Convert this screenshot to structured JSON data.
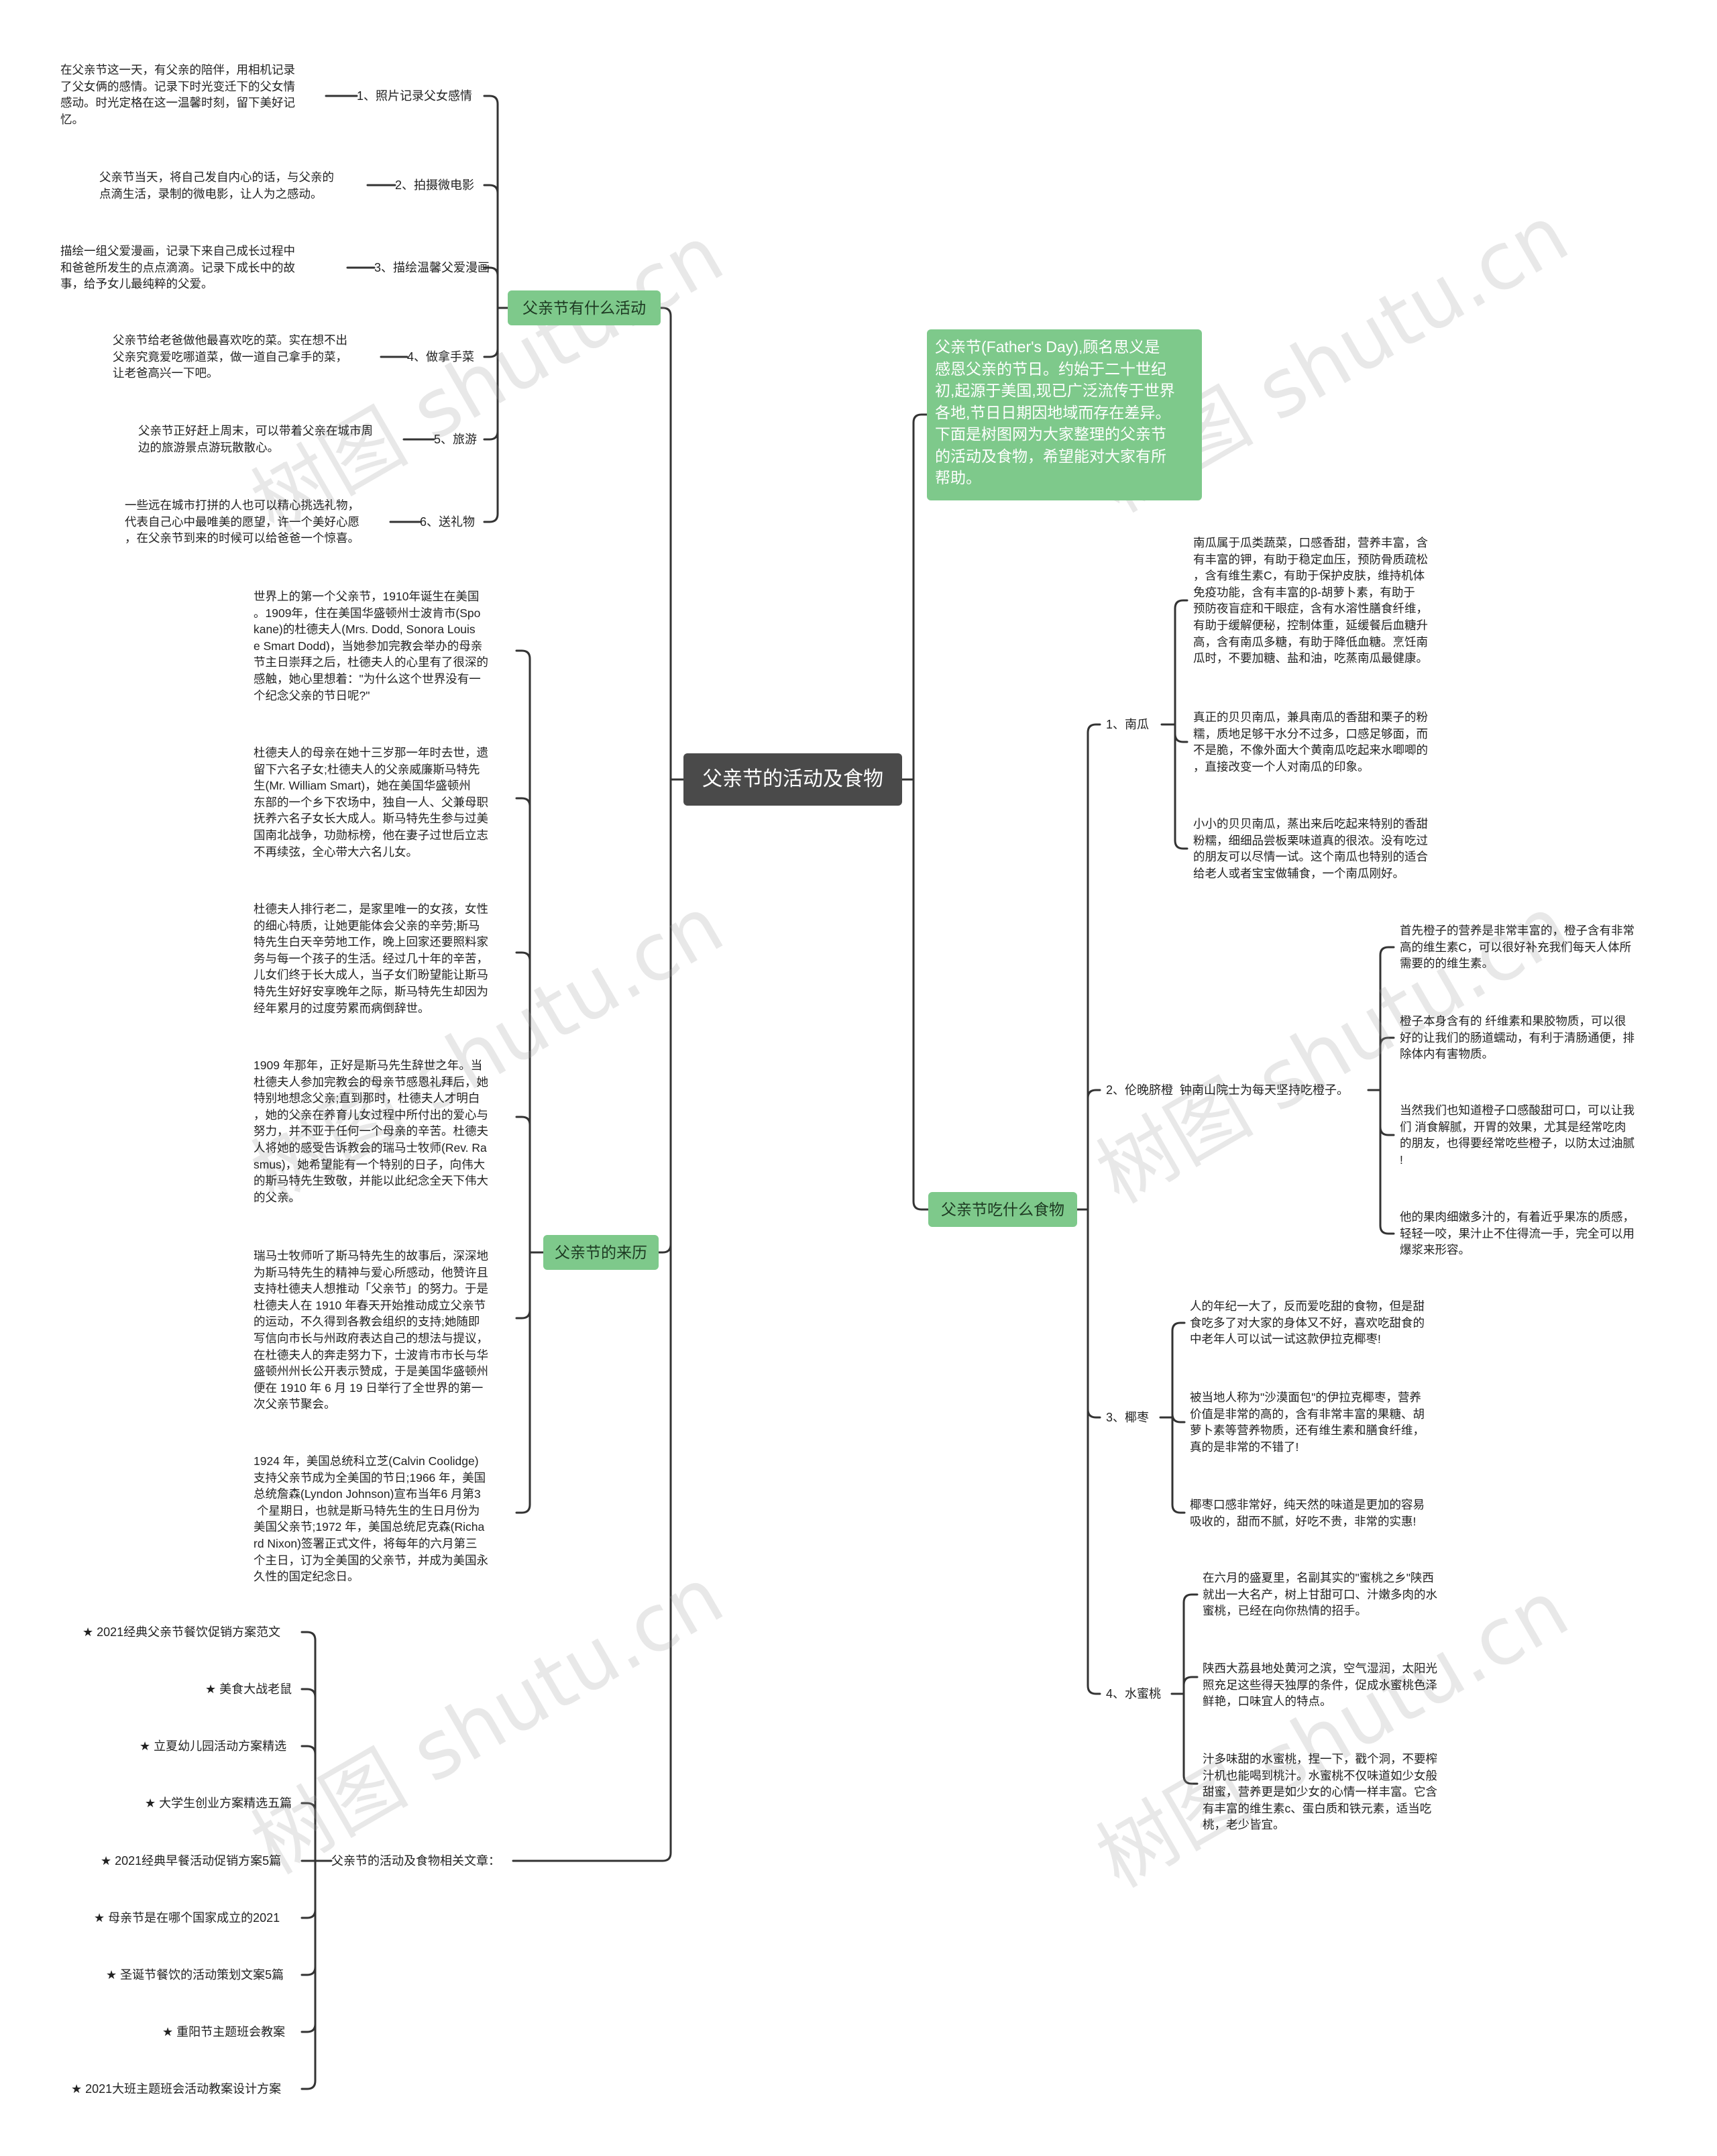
{
  "root": "父亲节的活动及食物",
  "intro": "父亲节(Father's Day),顾名思义是\n感恩父亲的节日。约始于二十世纪\n初,起源于美国,现已广泛流传于世界\n各地,节日日期因地域而存在差异。\n下面是树图网为大家整理的父亲节\n的活动及食物，希望能对大家有所\n帮助。",
  "branches": {
    "activities": "父亲节有什么活动",
    "origin": "父亲节的来历",
    "foods": "父亲节吃什么食物",
    "related": "父亲节的活动及食物相关文章："
  },
  "activities": [
    {
      "label": "1、照片记录父女感情",
      "text": "在父亲节这一天，有父亲的陪伴，用相机记录\n了父女俩的感情。记录下时光变迁下的父女情\n感动。时光定格在这一温馨时刻，留下美好记\n忆。"
    },
    {
      "label": "2、拍摄微电影",
      "text": "父亲节当天，将自己发自内心的话，与父亲的\n点滴生活，录制的微电影，让人为之感动。"
    },
    {
      "label": "3、描绘温馨父爱漫画",
      "text": "描绘一组父爱漫画，记录下来自己成长过程中\n和爸爸所发生的点点滴滴。记录下成长中的故\n事，给予女儿最纯粹的父爱。"
    },
    {
      "label": "4、做拿手菜",
      "text": "父亲节给老爸做他最喜欢吃的菜。实在想不出\n父亲究竟爱吃哪道菜，做一道自己拿手的菜，\n让老爸高兴一下吧。"
    },
    {
      "label": "5、旅游",
      "text": "父亲节正好赶上周末，可以带着父亲在城市周\n边的旅游景点游玩散散心。"
    },
    {
      "label": "6、送礼物",
      "text": "一些远在城市打拼的人也可以精心挑选礼物，\n代表自己心中最唯美的愿望，许一个美好心愿\n，在父亲节到来的时候可以给爸爸一个惊喜。"
    }
  ],
  "origin_paragraphs": [
    "世界上的第一个父亲节，1910年诞生在美国\n。1909年，住在美国华盛顿州士波肯市(Spo\nkane)的杜德夫人(Mrs. Dodd, Sonora Louis\ne Smart Dodd)，当她参加完教会举办的母亲\n节主日崇拜之后，杜德夫人的心里有了很深的\n感触，她心里想着：\"为什么这个世界没有一\n个纪念父亲的节日呢?\"",
    "杜德夫人的母亲在她十三岁那一年时去世，遗\n留下六名子女;杜德夫人的父亲威廉斯马特先\n生(Mr. William Smart)，她在美国华盛顿州\n东部的一个乡下农场中，独自一人、父兼母职\n抚养六名子女长大成人。斯马特先生参与过美\n国南北战争，功勋标榜，他在妻子过世后立志\n不再续弦，全心带大六名儿女。",
    "杜德夫人排行老二，是家里唯一的女孩，女性\n的细心特质，让她更能体会父亲的辛劳;斯马\n特先生白天辛劳地工作，晚上回家还要照料家\n务与每一个孩子的生活。经过几十年的辛苦，\n儿女们终于长大成人，当子女们盼望能让斯马\n特先生好好安享晚年之际，斯马特先生却因为\n经年累月的过度劳累而病倒辞世。",
    "1909 年那年，正好是斯马先生辞世之年。当\n杜德夫人参加完教会的母亲节感恩礼拜后，她\n特别地想念父亲;直到那时，杜德夫人才明白\n，她的父亲在养育儿女过程中所付出的爱心与\n努力，并不亚于任何一个母亲的辛苦。杜德夫\n人将她的感受告诉教会的瑞马士牧师(Rev. Ra\nsmus)，她希望能有一个特别的日子，向伟大\n的斯马特先生致敬，并能以此纪念全天下伟大\n的父亲。",
    "瑞马士牧师听了斯马特先生的故事后，深深地\n为斯马特先生的精神与爱心所感动，他赞许且\n支持杜德夫人想推动「父亲节」的努力。于是\n杜德夫人在 1910 年春天开始推动成立父亲节\n的运动，不久得到各教会组织的支持;她随即\n写信向市长与州政府表达自己的想法与提议，\n在杜德夫人的奔走努力下，士波肯市市长与华\n盛顿州州长公开表示赞成，于是美国华盛顿州\n便在 1910 年 6 月 19 日举行了全世界的第一\n次父亲节聚会。",
    "1924 年，美国总统科立芝(Calvin Coolidge)\n支持父亲节成为全美国的节日;1966 年，美国\n总统詹森(Lyndon Johnson)宣布当年6 月第3\n 个星期日，也就是斯马特先生的生日月份为\n美国父亲节;1972 年，美国总统尼克森(Richa\nrd Nixon)签署正式文件，将每年的六月第三\n个主日，订为全美国的父亲节，并成为美国永\n久性的国定纪念日。"
  ],
  "foods": [
    {
      "label": "1、南瓜",
      "texts": [
        "南瓜属于瓜类蔬菜，口感香甜，营养丰富，含\n有丰富的钾，有助于稳定血压，预防骨质疏松\n，含有维生素C，有助于保护皮肤，维持机体\n免疫功能，含有丰富的β-胡萝卜素，有助于\n预防夜盲症和干眼症，含有水溶性膳食纤维，\n有助于缓解便秘，控制体重，延缓餐后血糖升\n高，含有南瓜多糖，有助于降低血糖。烹饪南\n瓜时，不要加糖、盐和油，吃蒸南瓜最健康。",
        "真正的贝贝南瓜，兼具南瓜的香甜和栗子的粉\n糯，质地足够干水分不过多，口感足够面，而\n不是脆，不像外面大个黄南瓜吃起来水唧唧的\n，直接改变一个人对南瓜的印象。",
        "小小的贝贝南瓜，蒸出来后吃起来特别的香甜\n粉糯，细细品尝板栗味道真的很浓。没有吃过\n的朋友可以尽情一试。这个南瓜也特别的适合\n给老人或者宝宝做辅食，一个南瓜刚好。"
      ]
    },
    {
      "label": "2、伦晚脐橙  钟南山院士为每天坚持吃橙子。",
      "texts": [
        "首先橙子的营养是非常丰富的，橙子含有非常\n高的维生素C，可以很好补充我们每天人体所\n需要的的维生素。",
        "橙子本身含有的 纤维素和果胶物质，可以很\n好的让我们的肠道蠕动，有利于清肠通便，排\n除体内有害物质。",
        "当然我们也知道橙子口感酸甜可口，可以让我\n们 消食解腻，开胃的效果，尤其是经常吃肉\n的朋友，也得要经常吃些橙子，以防太过油腻\n!",
        "他的果肉细嫩多汁的，有着近乎果冻的质感，\n轻轻一咬，果汁止不住得流一手，完全可以用\n爆浆来形容。"
      ]
    },
    {
      "label": "3、椰枣",
      "texts": [
        "人的年纪一大了，反而爱吃甜的食物，但是甜\n食吃多了对大家的身体又不好，喜欢吃甜食的\n中老年人可以试一试这款伊拉克椰枣!",
        "被当地人称为\"沙漠面包\"的伊拉克椰枣，营养\n价值是非常的高的，含有非常丰富的果糖、胡\n萝卜素等营养物质，还有维生素和膳食纤维，\n真的是非常的不错了!",
        "椰枣口感非常好，纯天然的味道是更加的容易\n吸收的，甜而不腻，好吃不贵，非常的实惠!"
      ]
    },
    {
      "label": "4、水蜜桃",
      "texts": [
        "在六月的盛夏里，名副其实的\"蜜桃之乡\"陕西\n就出一大名产，树上甘甜可口、汁嫩多肉的水\n蜜桃，已经在向你热情的招手。",
        "陕西大荔县地处黄河之滨，空气湿润，太阳光\n照充足这些得天独厚的条件，促成水蜜桃色泽\n鲜艳，口味宜人的特点。",
        "汁多味甜的水蜜桃，捏一下，戳个洞，不要榨\n汁机也能喝到桃汁。水蜜桃不仅味道如少女般\n甜蜜，营养更是如少女的心情一样丰富。它含\n有丰富的维生素c、蛋白质和铁元素，适当吃\n桃，老少皆宜。"
      ]
    }
  ],
  "related_articles": [
    "★ 2021经典父亲节餐饮促销方案范文",
    "★ 美食大战老鼠",
    "★ 立夏幼儿园活动方案精选",
    "★ 大学生创业方案精选五篇",
    "★ 2021经典早餐活动促销方案5篇",
    "★ 母亲节是在哪个国家成立的2021",
    "★ 圣诞节餐饮的活动策划文案5篇",
    "★ 重阳节主题班会教案",
    "★ 2021大班主题班会活动教案设计方案"
  ],
  "watermarks": [
    "树图 shutu.cn",
    "树图 shutu.cn",
    "树图 shutu.cn",
    "树图 shutu.cn",
    "树图 shutu.cn",
    "树图 shutu.cn"
  ],
  "colors": {
    "root": "#4a4a4a",
    "branch": "#7ec98b",
    "line": "#333333"
  }
}
